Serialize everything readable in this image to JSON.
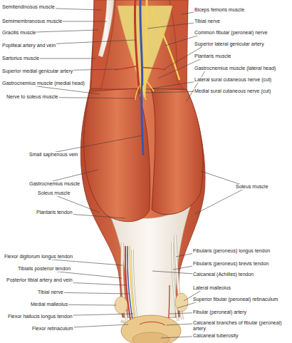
{
  "diagram": {
    "labels": [
      "Semitendinosus muscle",
      "Semimembranosus muscle",
      "Gracilis muscle",
      "Popliteal artery and vein",
      "Sartorius muscle",
      "Superior medial genicular artery",
      "Gastrocnemius muscle (medial head)",
      "Nerve to soleus muscle",
      "Small saphenous vein",
      "Gastrocnemius muscle",
      "Soleus muscle",
      "Plantaris tendon",
      "Flexor digitorum longus tendon",
      "Tibialis posterior tendon",
      "Posterior tibial artery and vein",
      "Tibial nerve",
      "Medial malleolus",
      "Flexor hallucis longus tendon",
      "Flexor retinaculum",
      "Biceps femoris muscle",
      "Tibial nerve",
      "Common fibular (peroneal) nerve",
      "Superior lateral genicular artery",
      "Plantaris muscle",
      "Gastrocnemius muscle (lateral head)",
      "Lateral sural cutaneous nerve (cut)",
      "Medial sural cutaneous nerve (cut)",
      "Soleus muscle",
      "Fibularis (peroneus) longus tendon",
      "Fibularis (peroneus) brevis tendon",
      "Calcaneal (Achilles) tendon",
      "Lateral malleolus",
      "Superior fibular (peroneal) retinaculum",
      "Fibular (peroneal) artery",
      "Calcaneal branches of fibular (peroneal) artery",
      "Calcaneal tuberosity"
    ]
  }
}
